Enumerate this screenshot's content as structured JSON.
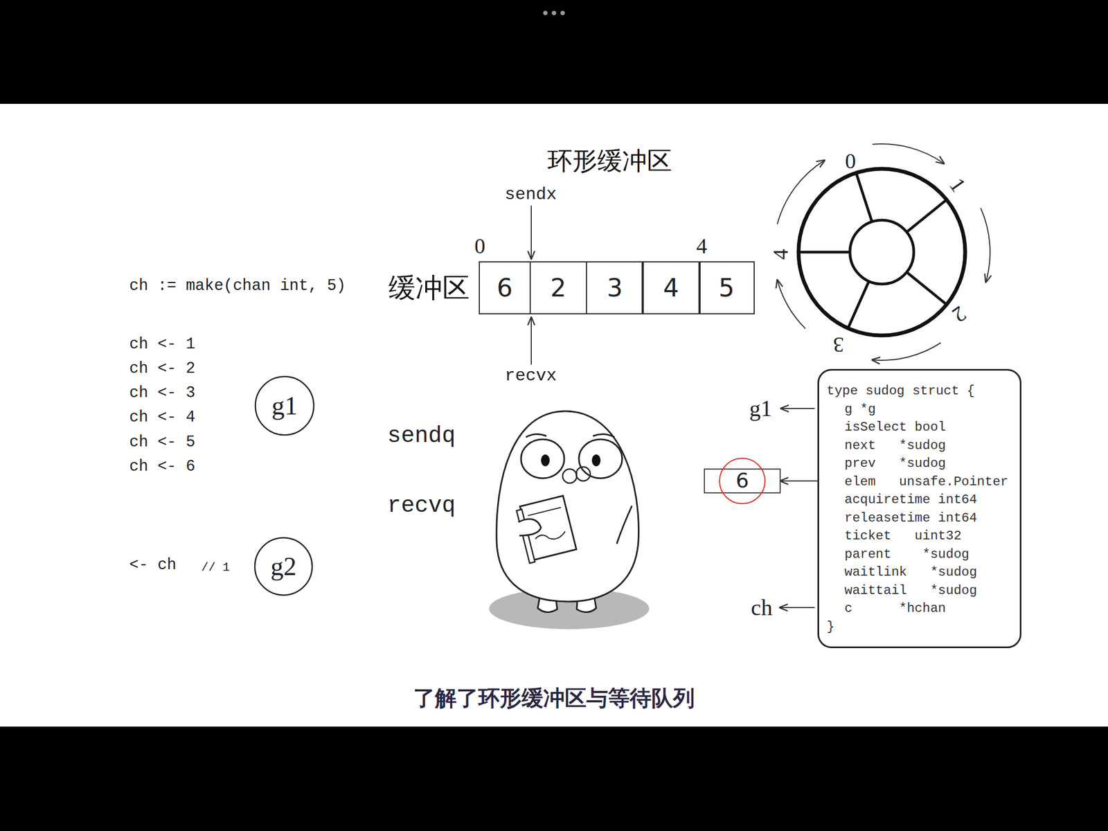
{
  "diagram": {
    "title": "环形缓冲区",
    "caption": "了解了环形缓冲区与等待队列",
    "nodes": [
      {
        "text": [
          "6"
        ]
      },
      {
        "text": [
          "2"
        ]
      },
      {
        "text": [
          "3"
        ]
      },
      {
        "text": [
          "4"
        ]
      },
      {
        "text": [
          "5"
        ]
      },
      {
        "text": [
          "g1"
        ]
      },
      {
        "text": [
          "type sudog struct {",
          "g *g",
          "isSelect bool",
          "next   *sudog",
          "prev   *sudog",
          "elem   unsafe.Pointer",
          "acquiretime int64",
          "releasetime int64",
          "ticket   uint32",
          "parent    *sudog",
          "waitlink   *sudog",
          "waittail   *sudog",
          "c      *hchan",
          "}"
        ]
      },
      {
        "text": [
          "6"
        ]
      },
      {
        "text": [
          "g2"
        ]
      }
    ],
    "edges": [
      {
        "from": 6,
        "to": 7,
        "arrow": "to"
      }
    ],
    "labels": [
      "sendx",
      "0",
      "4",
      "缓冲区",
      "recvx",
      "ch := make(chan int, 5)",
      "ch <- 1",
      "ch <- 2",
      "ch <- 3",
      "ch <- 4",
      "ch <- 5",
      "ch <- 6",
      "sendq",
      "recvq",
      "<- ch",
      "// 1",
      "0",
      "1",
      "2",
      "3",
      "4",
      "g1",
      "ch"
    ]
  }
}
